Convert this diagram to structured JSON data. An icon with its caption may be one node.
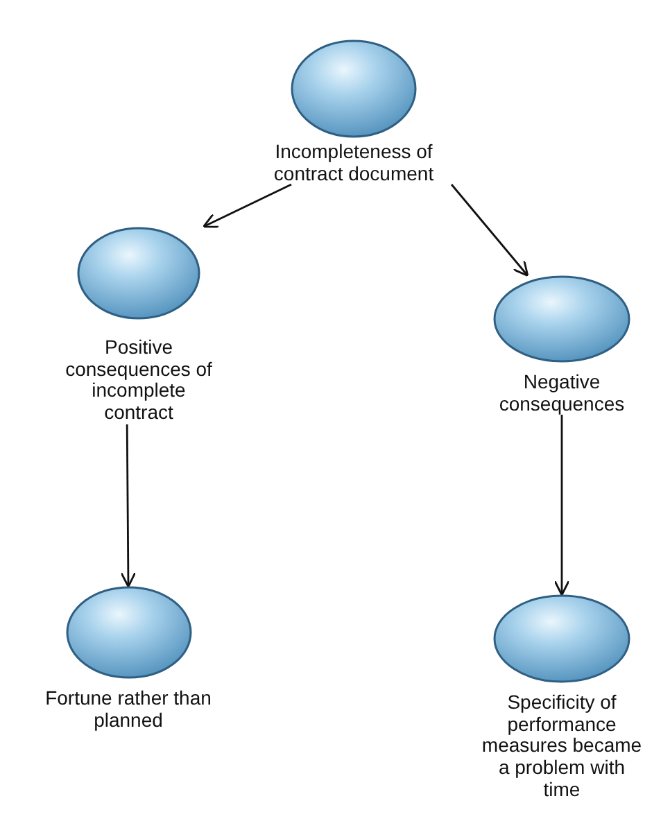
{
  "diagram": {
    "nodes": [
      {
        "text": [
          "Incompleteness of contract document"
        ]
      },
      {
        "text": [
          "Positive consequences of incomplete contract"
        ]
      },
      {
        "text": [
          "Negative consequences"
        ]
      },
      {
        "text": [
          "Fortune rather than planned"
        ]
      },
      {
        "text": [
          "Specificity of performance measures became a problem with time"
        ]
      }
    ],
    "edges": [
      {
        "from": 0,
        "to": 1,
        "arrow": "to"
      },
      {
        "from": 0,
        "to": 2,
        "arrow": "to"
      },
      {
        "from": 1,
        "to": 3,
        "arrow": "to"
      },
      {
        "from": 2,
        "to": 4,
        "arrow": "to"
      }
    ]
  }
}
